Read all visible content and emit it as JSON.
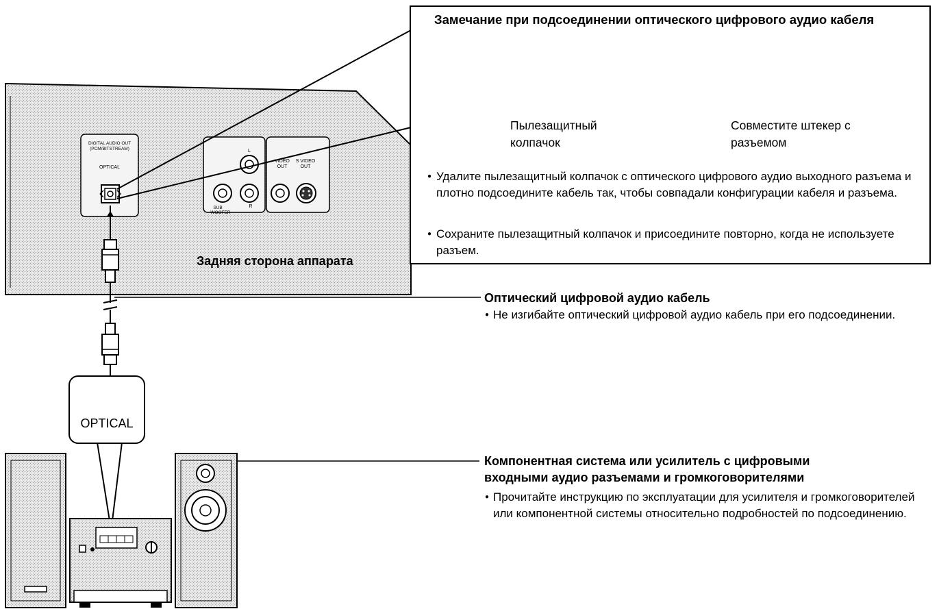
{
  "note": {
    "title": "Замечание при подсоединении оптического цифрового аудио кабеля",
    "cap_label": [
      "Пылезащитный",
      "колпачок"
    ],
    "align_label": [
      "Совместите штекер с",
      "разъемом"
    ],
    "bullets": [
      "Удалите пылезащитный колпачок с оптического цифрового аудио выходного разъема и плотно подсоедините кабель так, чтобы совпадали конфигурации кабеля и разъема.",
      "Сохраните пылезащитный колпачок и присоедините повторно, когда не используете разъем."
    ]
  },
  "device": {
    "rear_label": "Задняя сторона аппарата",
    "panel_labels": {
      "digital_out_1": "DIGITAL AUDIO OUT",
      "digital_out_2": "(PCM/BITSTREAM)",
      "optical": "OPTICAL",
      "l": "L",
      "r": "R",
      "subwoofer_1": "SUB",
      "subwoofer_2": "WOOFER",
      "video_out_1": "VIDEO",
      "video_out_2": "OUT",
      "svideo_out_1": "S VIDEO",
      "svideo_out_2": "OUT"
    }
  },
  "cable": {
    "title": "Оптический цифровой аудио кабель",
    "bullet": "Не изгибайте оптический цифровой аудио кабель при его подсоединении."
  },
  "amp_input": {
    "label": "OPTICAL"
  },
  "system": {
    "title_lines": [
      "Компонентная система или усилитель с цифровыми",
      "входными аудио разъемами и громкоговорителями"
    ],
    "bullet": "Прочитайте инструкцию по эксплуатации для усилителя и громкоговорителей или компонентной системы относительно подробностей по подсоединению."
  },
  "icons": [
    "optical-jack-icon",
    "arrow-right-icon",
    "arrow-down-icon",
    "speaker-icon",
    "amplifier-icon",
    "optical-plug-icon",
    "dust-cap-icon"
  ]
}
